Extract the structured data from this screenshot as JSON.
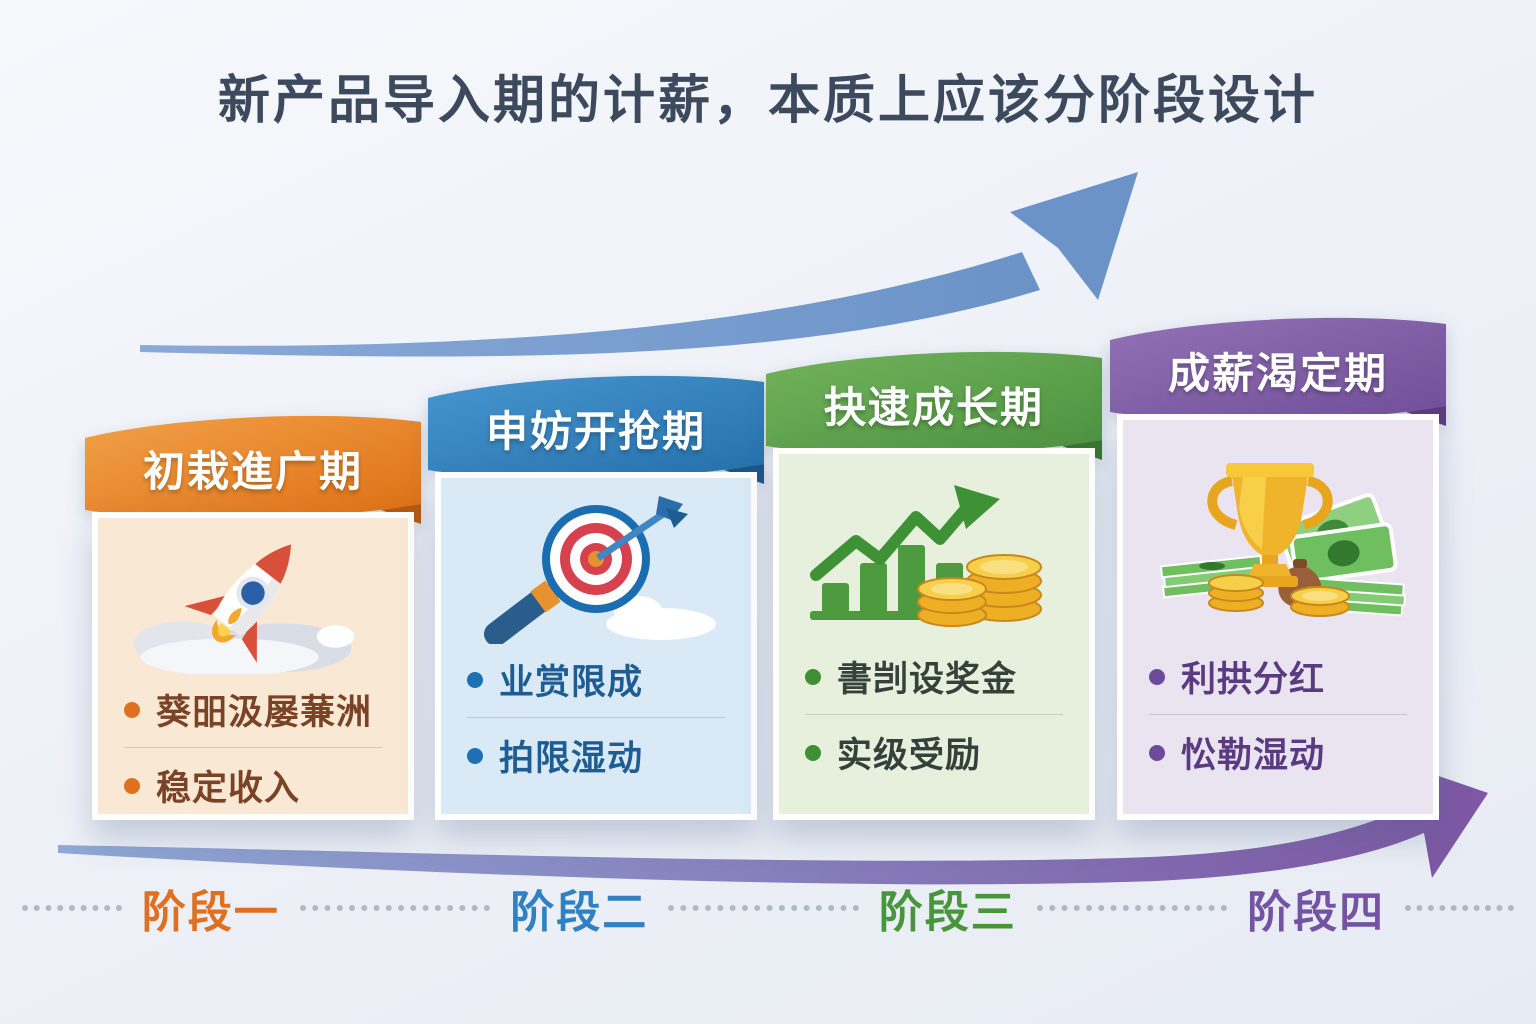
{
  "title": "新产品导入期的计薪，本质上应该分阶段设计",
  "colors": {
    "title_text": "#3d4a5e",
    "background": "#eef1f7",
    "dotted_line": "#a7b0bb"
  },
  "arrows": {
    "top_arrow_color": "#6b93c8",
    "top_arrow_light": "#8aaad8",
    "bottom_arrow_start": "#8fa9d6",
    "bottom_arrow_end": "#7e58a4"
  },
  "stages": [
    {
      "header": "初栽進广期",
      "icon": "rocket-launch",
      "bullets": [
        "葵昍汲屡蒹洲",
        "稳定收入"
      ],
      "label": "阶段一",
      "theme": {
        "header_start": "#f2a148",
        "header_end": "#dd6f15",
        "fold": "#b65a10",
        "body_bg": "#f9e8d4",
        "text": "#7a4326",
        "dot": "#e0701f",
        "label_color": "#e0701f"
      }
    },
    {
      "header": "申妨开抢期",
      "icon": "target-magnifier",
      "bullets": [
        "业赏限成",
        "拍限湿动"
      ],
      "label": "阶段二",
      "theme": {
        "header_start": "#4796cf",
        "header_end": "#2470ab",
        "fold": "#1b5688",
        "body_bg": "#d9e9f6",
        "text": "#1e5d94",
        "dot": "#1f6fb5",
        "label_color": "#2f81c4"
      }
    },
    {
      "header": "抉逮成长期",
      "icon": "growth-chart-coins",
      "bullets": [
        "書剀设奖金",
        "实级受励"
      ],
      "label": "阶段三",
      "theme": {
        "header_start": "#72b35b",
        "header_end": "#4c9140",
        "fold": "#3a7530",
        "body_bg": "#e7f0dd",
        "text": "#35413b",
        "dot": "#3f8f35",
        "label_color": "#48963c"
      }
    },
    {
      "header": "成薪渴定期",
      "icon": "trophy-money",
      "bullets": [
        "利拱分红",
        "忪勒湿动"
      ],
      "label": "阶段四",
      "theme": {
        "header_start": "#9271b5",
        "header_end": "#714f99",
        "fold": "#5a3d7d",
        "body_bg": "#e9e4ef",
        "text": "#5a3b82",
        "dot": "#6d4b9b",
        "label_color": "#7453a5"
      }
    }
  ]
}
